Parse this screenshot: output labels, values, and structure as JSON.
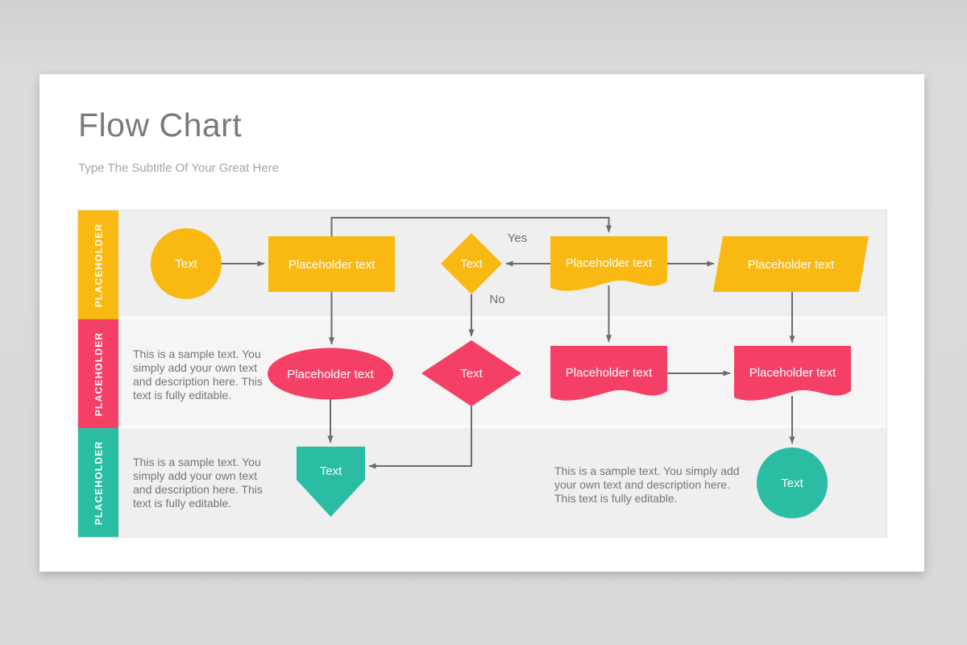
{
  "slide": {
    "title": "Flow Chart",
    "subtitle": "Type The Subtitle Of Your Great Here"
  },
  "colors": {
    "yellow": "#F9B912",
    "pink": "#F44066",
    "teal": "#2BBDA3",
    "arrow": "#6B6B6B"
  },
  "rows": [
    {
      "label": "PLACEHOLDER",
      "color": "#F9B912"
    },
    {
      "label": "PLACEHOLDER",
      "color": "#F44066"
    },
    {
      "label": "PLACEHOLDER",
      "color": "#2BBDA3"
    }
  ],
  "paragraphs": {
    "row2_left": "This is a sample text. You simply add your own text and description here. This text is fully editable.",
    "row3_left": "This is a sample text. You simply add your own text and description here. This text is fully editable.",
    "row3_middle": "This is a sample text. You simply add your own text and description here. This text is fully editable."
  },
  "connector_labels": {
    "yes": "Yes",
    "no": "No"
  },
  "nodes": {
    "start_circle": {
      "label": "Text",
      "shape": "circle",
      "color": "#F9B912"
    },
    "process_rect": {
      "label": "Placeholder text",
      "shape": "rectangle",
      "color": "#F9B912"
    },
    "decision_1": {
      "label": "Text",
      "shape": "diamond",
      "color": "#F9B912"
    },
    "document_1": {
      "label": "Placeholder text",
      "shape": "document",
      "color": "#F9B912"
    },
    "io_parallelogram": {
      "label": "Placeholder text",
      "shape": "parallelogram",
      "color": "#F9B912"
    },
    "ellipse_node": {
      "label": "Placeholder text",
      "shape": "ellipse",
      "color": "#F44066"
    },
    "decision_2": {
      "label": "Text",
      "shape": "diamond",
      "color": "#F44066"
    },
    "document_2": {
      "label": "Placeholder text",
      "shape": "document",
      "color": "#F44066"
    },
    "document_3": {
      "label": "Placeholder text",
      "shape": "document",
      "color": "#F44066"
    },
    "pentagon_node": {
      "label": "Text",
      "shape": "pentagon",
      "color": "#2BBDA3"
    },
    "end_circle": {
      "label": "Text",
      "shape": "circle",
      "color": "#2BBDA3"
    }
  }
}
